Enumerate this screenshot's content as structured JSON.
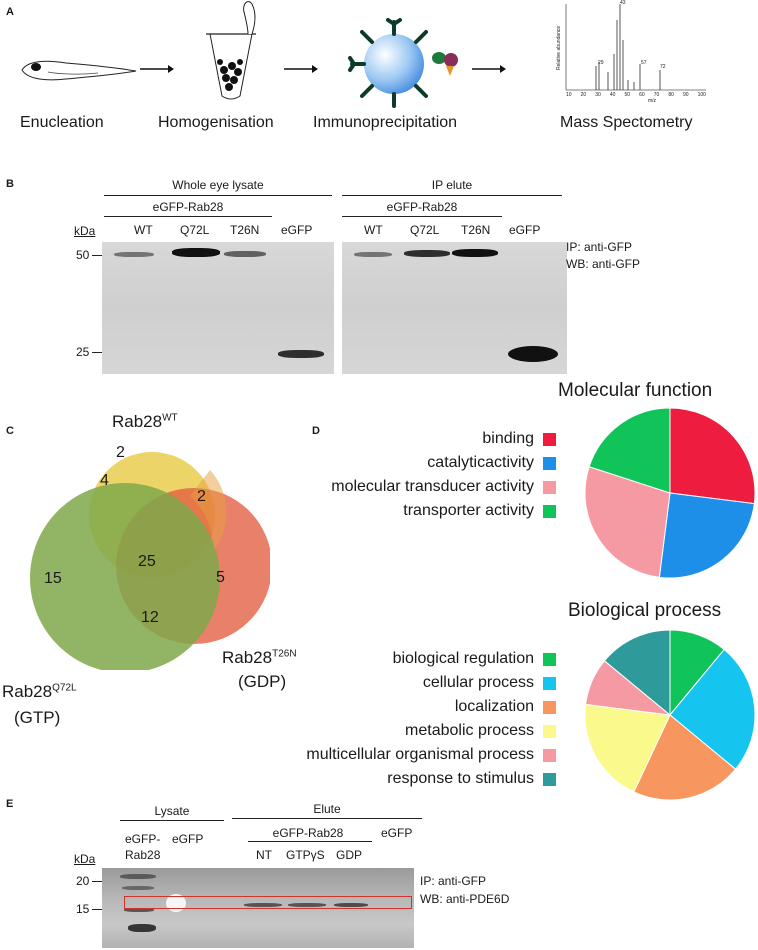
{
  "panel_a": {
    "letter": "A",
    "steps": [
      "Enucleation",
      "Homogenisation",
      "Immunoprecipitation",
      "Mass Spectometry"
    ],
    "ms_plot": {
      "ylabel": "Relative abundance",
      "xlabel": "m/z",
      "ticks": [
        "10",
        "20",
        "30",
        "40",
        "50",
        "60",
        "70",
        "80",
        "90",
        "100"
      ],
      "peak_labels": [
        "29",
        "43",
        "57",
        "72"
      ]
    }
  },
  "panel_b": {
    "letter": "B",
    "left_header": "Whole eye lysate",
    "right_header": "IP elute",
    "construct": "eGFP-Rab28",
    "lanes": [
      "WT",
      "Q72L",
      "T26N",
      "eGFP"
    ],
    "kda_label": "kDa",
    "marker_50": "50",
    "marker_25": "25",
    "ip_label": "IP: anti-GFP",
    "wb_label": "WB: anti-GFP"
  },
  "panel_c": {
    "letter": "C",
    "wt_label": "Rab28",
    "wt_sup": "WT",
    "q72l_label": "Rab28",
    "q72l_sup": "Q72L",
    "q72l_state": "(GTP)",
    "t26n_label": "Rab28",
    "t26n_sup": "T26N",
    "t26n_state": "(GDP)",
    "counts": {
      "wt_only": "2",
      "wt_q72l": "4",
      "wt_t26n": "2",
      "all": "25",
      "q72l_only": "15",
      "t26n_only": "5",
      "q72l_t26n": "12"
    }
  },
  "panel_d": {
    "letter": "D",
    "mf_title": "Molecular function",
    "mf_legend": [
      {
        "label": "binding",
        "color": "#ee1c3e"
      },
      {
        "label": "catalyticactivity",
        "color": "#1e8fe8"
      },
      {
        "label": "molecular transducer activity",
        "color": "#f59aa2"
      },
      {
        "label": "transporter activity",
        "color": "#11c45a"
      }
    ],
    "bp_title": "Biological process",
    "bp_legend": [
      {
        "label": "biological regulation",
        "color": "#11c45a"
      },
      {
        "label": "cellular process",
        "color": "#16c4f0"
      },
      {
        "label": "localization",
        "color": "#f7965e"
      },
      {
        "label": "metabolic process",
        "color": "#fafa8c"
      },
      {
        "label": "multicellular organismal process",
        "color": "#f59aa2"
      },
      {
        "label": "response to stimulus",
        "color": "#2e9a9a"
      }
    ]
  },
  "chart_data": [
    {
      "type": "pie",
      "title": "Molecular function",
      "labels": [
        "binding",
        "catalyticactivity",
        "molecular transducer activity",
        "transporter activity"
      ],
      "values": [
        27,
        25,
        28,
        20
      ],
      "colors": [
        "#ee1c3e",
        "#1e8fe8",
        "#f59aa2",
        "#11c45a"
      ]
    },
    {
      "type": "pie",
      "title": "Biological process",
      "labels": [
        "biological regulation",
        "cellular process",
        "localization",
        "metabolic process",
        "multicellular organismal process",
        "response to stimulus"
      ],
      "values": [
        11,
        25,
        21,
        20,
        9,
        14
      ],
      "colors": [
        "#11c45a",
        "#16c4f0",
        "#f7965e",
        "#fafa8c",
        "#f59aa2",
        "#2e9a9a"
      ]
    }
  ],
  "panel_e": {
    "letter": "E",
    "lysate_header": "Lysate",
    "elute_header": "Elute",
    "construct_a": "eGFP-",
    "construct_b": "Rab28",
    "egfp": "eGFP",
    "elute_construct": "eGFP-Rab28",
    "elute_lanes": [
      "NT",
      "GTPγS",
      "GDP"
    ],
    "egfp_elute": "eGFP",
    "kda_label": "kDa",
    "marker_20": "20",
    "marker_15": "15",
    "ip_label": "IP: anti-GFP",
    "wb_label": "WB: anti-PDE6D"
  }
}
